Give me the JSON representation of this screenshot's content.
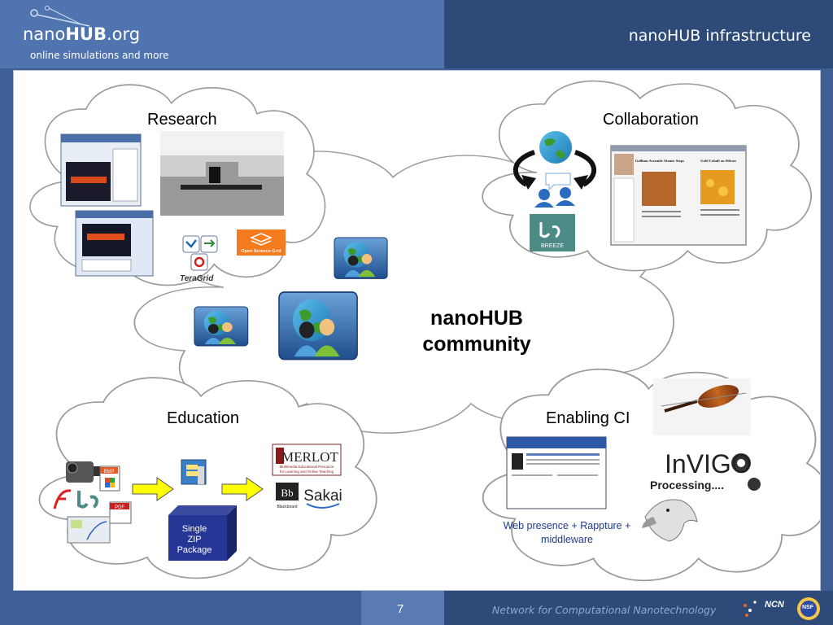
{
  "header": {
    "brand_prefix": "nano",
    "brand_bold": "HUB",
    "brand_suffix": ".org",
    "tagline": "online simulations and more",
    "slide_title": "nanoHUB infrastructure"
  },
  "diagram": {
    "center_label_line1": "nanoHUB",
    "center_label_line2": "community",
    "clouds": {
      "research": "Research",
      "collaboration": "Collaboration",
      "education": "Education",
      "enabling_ci": "Enabling CI"
    },
    "research_logos": {
      "teragrid": "TeraGrid",
      "osg": "Open Science Grid"
    },
    "collaboration_panel": {
      "breeze": "BREEZE",
      "doc_title_left": "Gallium Arsenide Atomic Steps",
      "doc_title_right": "Gold Cobalt on Silicon"
    },
    "education_items": {
      "bmp": "BMP",
      "pdf": "PDF",
      "merlot": "MERLOT",
      "merlot_sub1": "Multimedia Educational Resource",
      "merlot_sub2": "for Learning and Online Teaching",
      "blackboard": "Blackboard",
      "sakai": "Sakai",
      "zip_line1": "Single",
      "zip_line2": "ZIP",
      "zip_line3": "Package"
    },
    "enabling_items": {
      "invigo": "InVIGO",
      "processing": "Processing....",
      "web_note_line1": "Web presence + Rappture +",
      "web_note_line2": "middleware"
    }
  },
  "footer": {
    "page_number": "7",
    "org_name": "Network for Computational Nanotechnology",
    "ncn": "NCN",
    "nsf": "NSF"
  },
  "colors": {
    "header_left": "#5074b0",
    "header_right": "#2e4a78",
    "cloud_stroke": "#9a9a9a",
    "arrow_fill": "#ffff00"
  }
}
